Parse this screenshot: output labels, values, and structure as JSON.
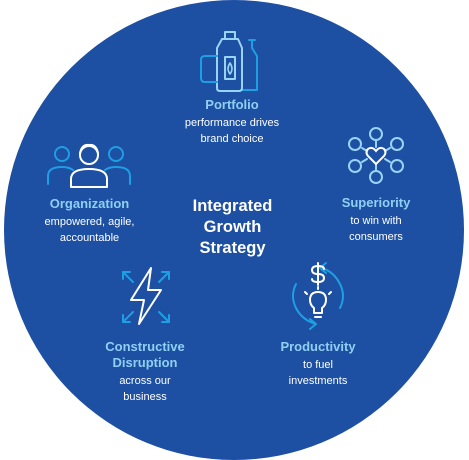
{
  "colors": {
    "circle": "#1d4fa3",
    "heading": "#8fd0f2",
    "icon_outline": "#9ad4f5",
    "icon_accent": "#1f9fe3",
    "text": "#ffffff"
  },
  "center": {
    "lines": [
      "Integrated",
      "Growth",
      "Strategy"
    ]
  },
  "pillars": {
    "portfolio": {
      "icon": "bottles-icon",
      "title": [
        "Portfolio"
      ],
      "desc": [
        "performance drives",
        "brand choice"
      ]
    },
    "superiority": {
      "icon": "network-heart-icon",
      "title": [
        "Superiority"
      ],
      "desc": [
        "to win with",
        "consumers"
      ]
    },
    "productivity": {
      "icon": "dollar-lightbulb-cycle-icon",
      "title": [
        "Productivity"
      ],
      "desc": [
        "to fuel",
        "investments"
      ]
    },
    "disruption": {
      "icon": "lightning-arrows-icon",
      "title": [
        "Constructive",
        "Disruption"
      ],
      "desc": [
        "across our",
        "business"
      ]
    },
    "organization": {
      "icon": "people-group-icon",
      "title": [
        "Organization"
      ],
      "desc": [
        "empowered, agile,",
        "accountable"
      ]
    }
  }
}
